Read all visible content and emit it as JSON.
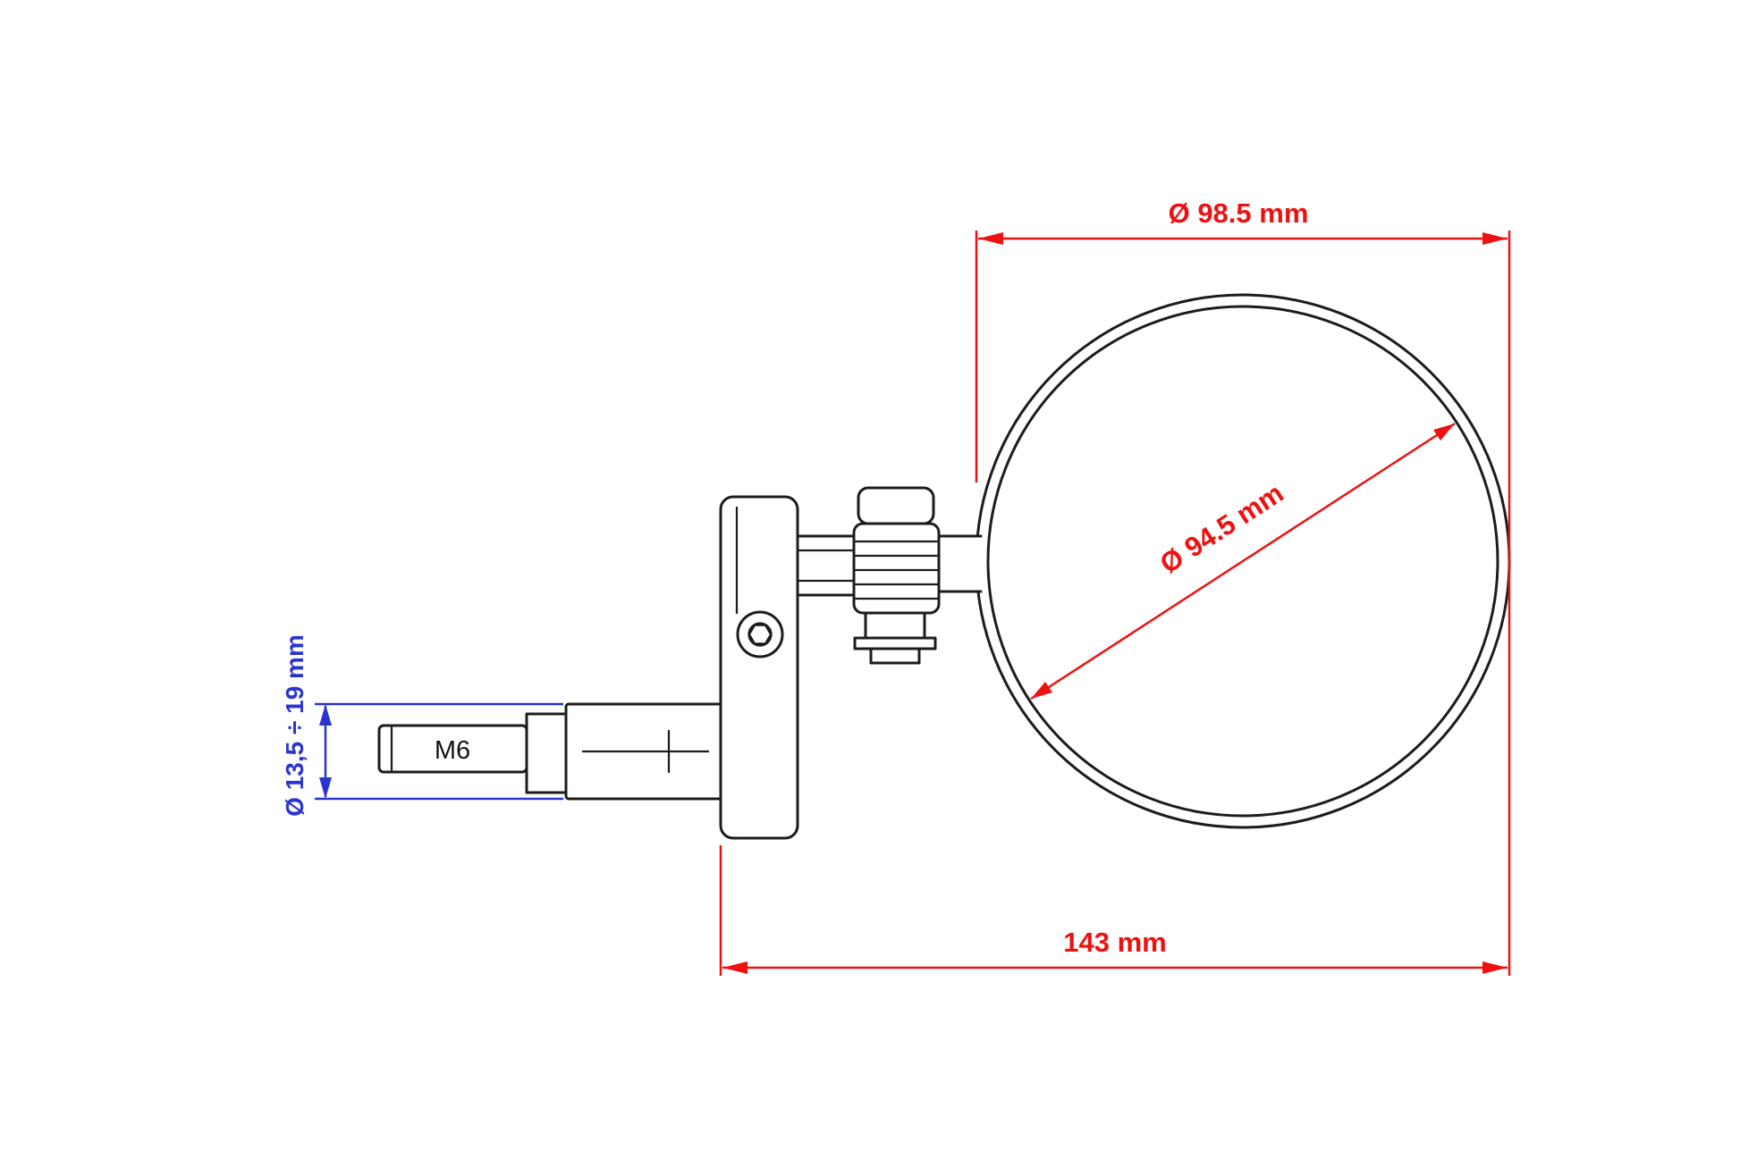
{
  "drawing": {
    "type": "technical-drawing",
    "subject": "Bar-end mirror side view with dimensions",
    "colors": {
      "outline": "#1c1c1c",
      "dimension_red": "#ee1111",
      "dimension_blue": "#2a35cf",
      "background": "#ffffff"
    }
  },
  "labels": {
    "mirror_outer_diameter": "Ø 98.5 mm",
    "mirror_glass_diameter": "Ø 94.5 mm",
    "overall_length": "143 mm",
    "mount_diameter_range": "Ø 13,5 ÷ 19 mm",
    "bolt_thread": "M6"
  }
}
